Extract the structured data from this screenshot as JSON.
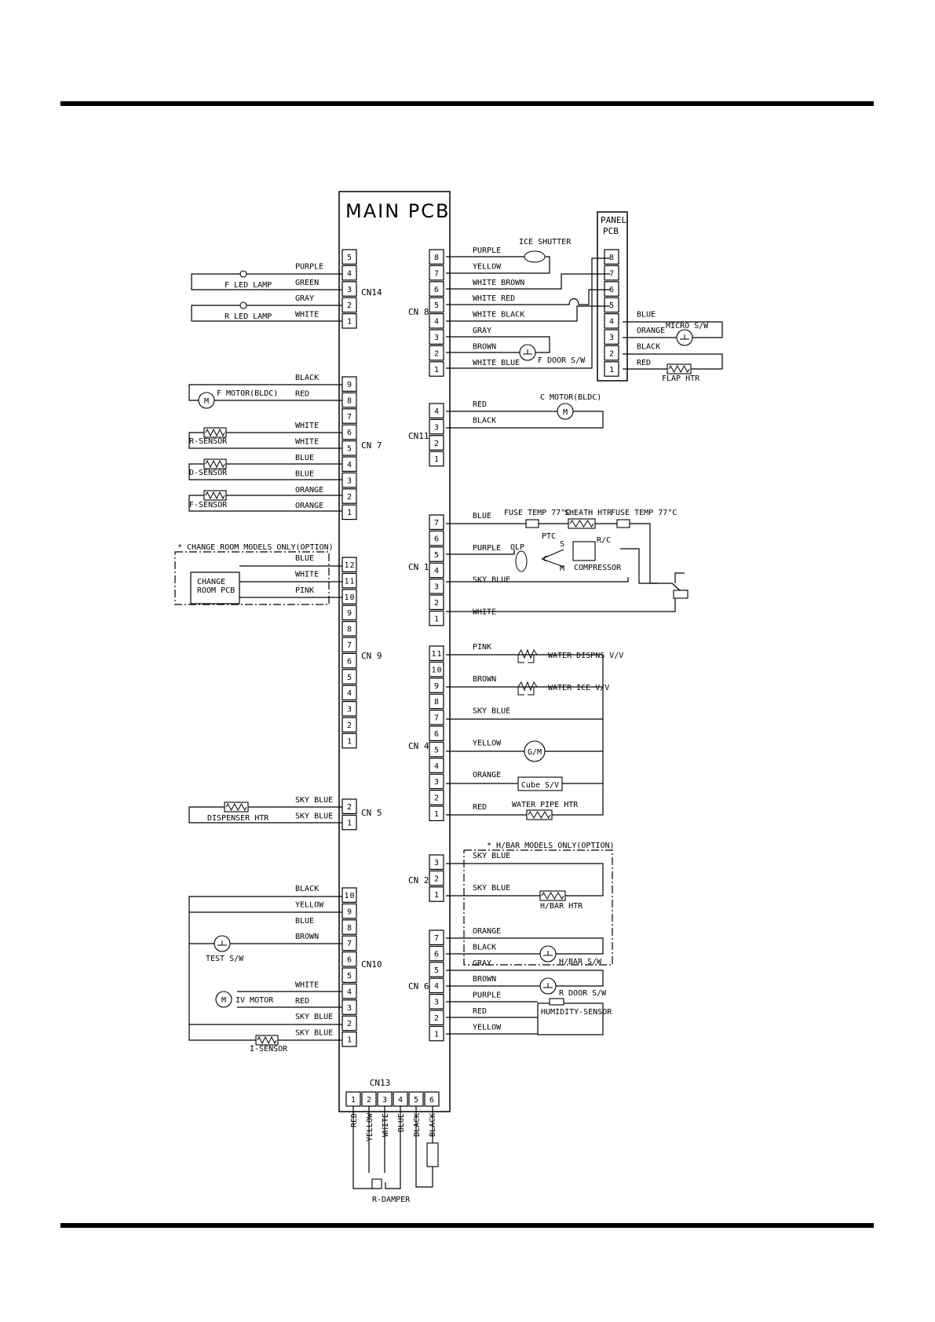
{
  "main_pcb": "MAIN PCB",
  "panel_pcb": [
    "PANEL",
    "PCB"
  ],
  "connectors": {
    "cn14": {
      "label": "CN14",
      "pins": [
        {
          "n": "5",
          "wire": ""
        },
        {
          "n": "4",
          "wire": "PURPLE"
        },
        {
          "n": "3",
          "wire": "GREEN"
        },
        {
          "n": "2",
          "wire": "GRAY"
        },
        {
          "n": "1",
          "wire": "WHITE"
        }
      ]
    },
    "cn7": {
      "label": "CN 7",
      "pins": [
        {
          "n": "9",
          "wire": "BLACK"
        },
        {
          "n": "8",
          "wire": "RED"
        },
        {
          "n": "7",
          "wire": ""
        },
        {
          "n": "6",
          "wire": "WHITE"
        },
        {
          "n": "5",
          "wire": "WHITE"
        },
        {
          "n": "4",
          "wire": "BLUE"
        },
        {
          "n": "3",
          "wire": "BLUE"
        },
        {
          "n": "2",
          "wire": "ORANGE"
        },
        {
          "n": "1",
          "wire": "ORANGE"
        }
      ]
    },
    "cn9": {
      "label": "CN 9",
      "pins": [
        {
          "n": "12",
          "wire": "BLUE"
        },
        {
          "n": "11",
          "wire": "WHITE"
        },
        {
          "n": "10",
          "wire": "PINK"
        },
        {
          "n": "9",
          "wire": ""
        },
        {
          "n": "8",
          "wire": ""
        },
        {
          "n": "7",
          "wire": ""
        },
        {
          "n": "6",
          "wire": ""
        },
        {
          "n": "5",
          "wire": ""
        },
        {
          "n": "4",
          "wire": ""
        },
        {
          "n": "3",
          "wire": ""
        },
        {
          "n": "2",
          "wire": ""
        },
        {
          "n": "1",
          "wire": ""
        }
      ]
    },
    "cn5": {
      "label": "CN 5",
      "pins": [
        {
          "n": "2",
          "wire": "SKY BLUE"
        },
        {
          "n": "1",
          "wire": "SKY BLUE"
        }
      ]
    },
    "cn10": {
      "label": "CN10",
      "pins": [
        {
          "n": "10",
          "wire": "BLACK"
        },
        {
          "n": "9",
          "wire": "YELLOW"
        },
        {
          "n": "8",
          "wire": "BLUE"
        },
        {
          "n": "7",
          "wire": "BROWN"
        },
        {
          "n": "6",
          "wire": ""
        },
        {
          "n": "5",
          "wire": ""
        },
        {
          "n": "4",
          "wire": "WHITE"
        },
        {
          "n": "3",
          "wire": "RED"
        },
        {
          "n": "2",
          "wire": "SKY BLUE"
        },
        {
          "n": "1",
          "wire": "SKY BLUE"
        }
      ]
    },
    "cn8": {
      "label": "CN 8",
      "pins": [
        {
          "n": "8",
          "wire": "PURPLE"
        },
        {
          "n": "7",
          "wire": "YELLOW"
        },
        {
          "n": "6",
          "wire": "WHITE BROWN"
        },
        {
          "n": "5",
          "wire": "WHITE RED"
        },
        {
          "n": "4",
          "wire": "WHITE BLACK"
        },
        {
          "n": "3",
          "wire": "GRAY"
        },
        {
          "n": "2",
          "wire": "BROWN"
        },
        {
          "n": "1",
          "wire": "WHITE BLUE"
        }
      ]
    },
    "panel": {
      "label": "",
      "pins": [
        {
          "n": "8",
          "wire": ""
        },
        {
          "n": "7",
          "wire": ""
        },
        {
          "n": "6",
          "wire": ""
        },
        {
          "n": "5",
          "wire": ""
        },
        {
          "n": "4",
          "wire": "BLUE"
        },
        {
          "n": "3",
          "wire": "ORANGE"
        },
        {
          "n": "2",
          "wire": "BLACK"
        },
        {
          "n": "1",
          "wire": "RED"
        }
      ]
    },
    "cn11": {
      "label": "CN11",
      "pins": [
        {
          "n": "4",
          "wire": "RED"
        },
        {
          "n": "3",
          "wire": "BLACK"
        },
        {
          "n": "2",
          "wire": ""
        },
        {
          "n": "1",
          "wire": ""
        }
      ]
    },
    "cn1": {
      "label": "CN 1",
      "pins": [
        {
          "n": "7",
          "wire": "BLUE"
        },
        {
          "n": "6",
          "wire": ""
        },
        {
          "n": "5",
          "wire": "PURPLE"
        },
        {
          "n": "4",
          "wire": ""
        },
        {
          "n": "3",
          "wire": "SKY BLUE"
        },
        {
          "n": "2",
          "wire": ""
        },
        {
          "n": "1",
          "wire": "WHITE"
        }
      ]
    },
    "cn4": {
      "label": "CN 4",
      "pins": [
        {
          "n": "11",
          "wire": "PINK"
        },
        {
          "n": "10",
          "wire": ""
        },
        {
          "n": "9",
          "wire": "BROWN"
        },
        {
          "n": "8",
          "wire": ""
        },
        {
          "n": "7",
          "wire": "SKY BLUE"
        },
        {
          "n": "6",
          "wire": ""
        },
        {
          "n": "5",
          "wire": "YELLOW"
        },
        {
          "n": "4",
          "wire": ""
        },
        {
          "n": "3",
          "wire": "ORANGE"
        },
        {
          "n": "2",
          "wire": ""
        },
        {
          "n": "1",
          "wire": "RED"
        }
      ]
    },
    "cn2": {
      "label": "CN 2",
      "pins": [
        {
          "n": "3",
          "wire": "SKY BLUE"
        },
        {
          "n": "2",
          "wire": ""
        },
        {
          "n": "1",
          "wire": "SKY BLUE"
        }
      ]
    },
    "cn6": {
      "label": "CN 6",
      "pins": [
        {
          "n": "7",
          "wire": "ORANGE"
        },
        {
          "n": "6",
          "wire": "BLACK"
        },
        {
          "n": "5",
          "wire": "GRAY"
        },
        {
          "n": "4",
          "wire": "BROWN"
        },
        {
          "n": "3",
          "wire": "PURPLE"
        },
        {
          "n": "2",
          "wire": "RED"
        },
        {
          "n": "1",
          "wire": "YELLOW"
        }
      ]
    },
    "cn13": {
      "label": "CN13",
      "pins": [
        {
          "n": "1",
          "wire": "RED"
        },
        {
          "n": "2",
          "wire": "YELLOW"
        },
        {
          "n": "3",
          "wire": "WHITE"
        },
        {
          "n": "4",
          "wire": "BLUE"
        },
        {
          "n": "5",
          "wire": "BLACK"
        },
        {
          "n": "6",
          "wire": "BLACK"
        }
      ]
    }
  },
  "components": {
    "f_led_lamp": "F LED LAMP",
    "r_led_lamp": "R LED LAMP",
    "f_motor": "F MOTOR(BLDC)",
    "motor_symbol": "M",
    "r_sensor": "R-SENSOR",
    "d_sensor": "D-SENSOR",
    "f_sensor": "F-SENSOR",
    "change_room_note": "* CHANGE ROOM MODELS ONLY(OPTION)",
    "change_room_pcb": [
      "CHANGE",
      "ROOM PCB"
    ],
    "dispenser_htr": "DISPENSER HTR",
    "test_sw": "TEST S/W",
    "iv_motor": "IV MOTOR",
    "i_sensor": "I-SENSOR",
    "r_damper": "R-DAMPER",
    "ice_shutter": "ICE SHUTTER",
    "f_door_sw": "F DOOR S/W",
    "micro_sw": "MICRO S/W",
    "flap_htr": "FLAP HTR",
    "c_motor": "C MOTOR(BLDC)",
    "fuse_temp_1": "FUSE TEMP 77°C",
    "sheath_htr": "SHEATH HTR",
    "fuse_temp_2": "FUSE TEMP 77°C",
    "olp": "OLP",
    "ptc": "PTC",
    "s": "S",
    "c": "C",
    "m": "M",
    "rc": "R/C",
    "compressor": "COMPRESSOR",
    "water_dispns_vv": "WATER DISPNS V/V",
    "water_ice_vv": "WATER ICE V/V",
    "gm": "G/M",
    "cube_sv": "Cube S/V",
    "water_pipe_htr": "WATER PIPE HTR",
    "hbar_note": "* H/BAR MODELS ONLY(OPTION)",
    "hbar_htr": "H/BAR HTR",
    "hbar_sw": "H/BAR S/W",
    "r_door_sw": "R DOOR S/W",
    "humidity_sensor": "HUMIDITY-SENSOR"
  }
}
